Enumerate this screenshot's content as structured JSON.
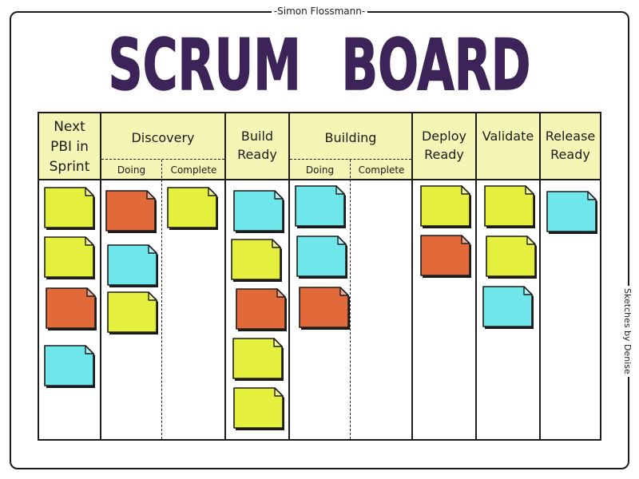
{
  "credit_top": "-Simon Flossmann-",
  "credit_side": "Sketches by Denise",
  "title": "SCRUM BOARD",
  "palette": {
    "ink": "#1c1c1c",
    "title": "#3c2358",
    "header_bg": "#f3f6b4",
    "yellow": "#e5f03e",
    "orange": "#e2693a",
    "cyan": "#6fe6ea"
  },
  "columns": [
    {
      "label_lines": [
        "Next",
        "PBI in",
        "Sprint"
      ],
      "lanes": [
        {
          "notes": [
            "yellow",
            "yellow",
            "orange",
            "cyan"
          ]
        }
      ]
    },
    {
      "label_lines": [
        "Discovery"
      ],
      "lanes": [
        {
          "label": "Doing",
          "notes": [
            "orange",
            "cyan",
            "yellow"
          ]
        },
        {
          "label": "Complete",
          "notes": [
            "yellow"
          ]
        }
      ]
    },
    {
      "label_lines": [
        "Build",
        "Ready"
      ],
      "lanes": [
        {
          "notes": [
            "cyan",
            "yellow",
            "orange",
            "yellow",
            "yellow"
          ]
        }
      ]
    },
    {
      "label_lines": [
        "Building"
      ],
      "lanes": [
        {
          "label": "Doing",
          "notes": [
            "cyan",
            "cyan",
            "orange"
          ]
        },
        {
          "label": "Complete",
          "notes": []
        }
      ]
    },
    {
      "label_lines": [
        "Deploy",
        "Ready"
      ],
      "lanes": [
        {
          "notes": [
            "yellow",
            "orange"
          ]
        }
      ]
    },
    {
      "label_lines": [
        "Validate"
      ],
      "lanes": [
        {
          "notes": [
            "yellow",
            "yellow",
            "cyan"
          ]
        }
      ]
    },
    {
      "label_lines": [
        "Release",
        "Ready"
      ],
      "lanes": [
        {
          "notes": [
            "cyan"
          ]
        }
      ]
    }
  ]
}
